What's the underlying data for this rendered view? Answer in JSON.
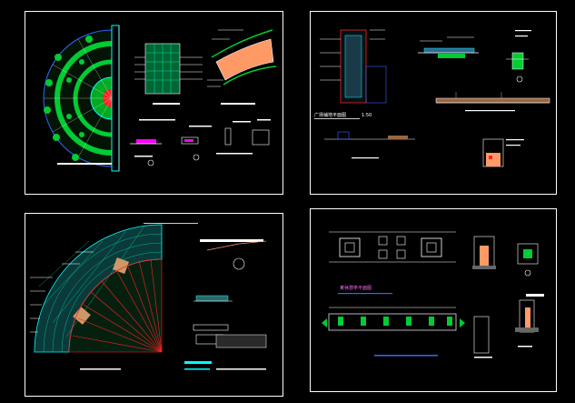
{
  "sheets": [
    {
      "id": "sheet-1",
      "label": ""
    },
    {
      "id": "sheet-2",
      "label": "广场铺地平面图",
      "scale": "1:50"
    },
    {
      "id": "sheet-3",
      "label": ""
    },
    {
      "id": "sheet-4",
      "label": "某休憩亭平面图"
    }
  ],
  "colors": {
    "background": "#000000",
    "frame": "#ffffff",
    "green": "#00cc33",
    "cyan": "#00ffff",
    "magenta": "#ff00ff",
    "red": "#ff2020",
    "blue": "#3366ff",
    "orange": "#ff9966"
  }
}
